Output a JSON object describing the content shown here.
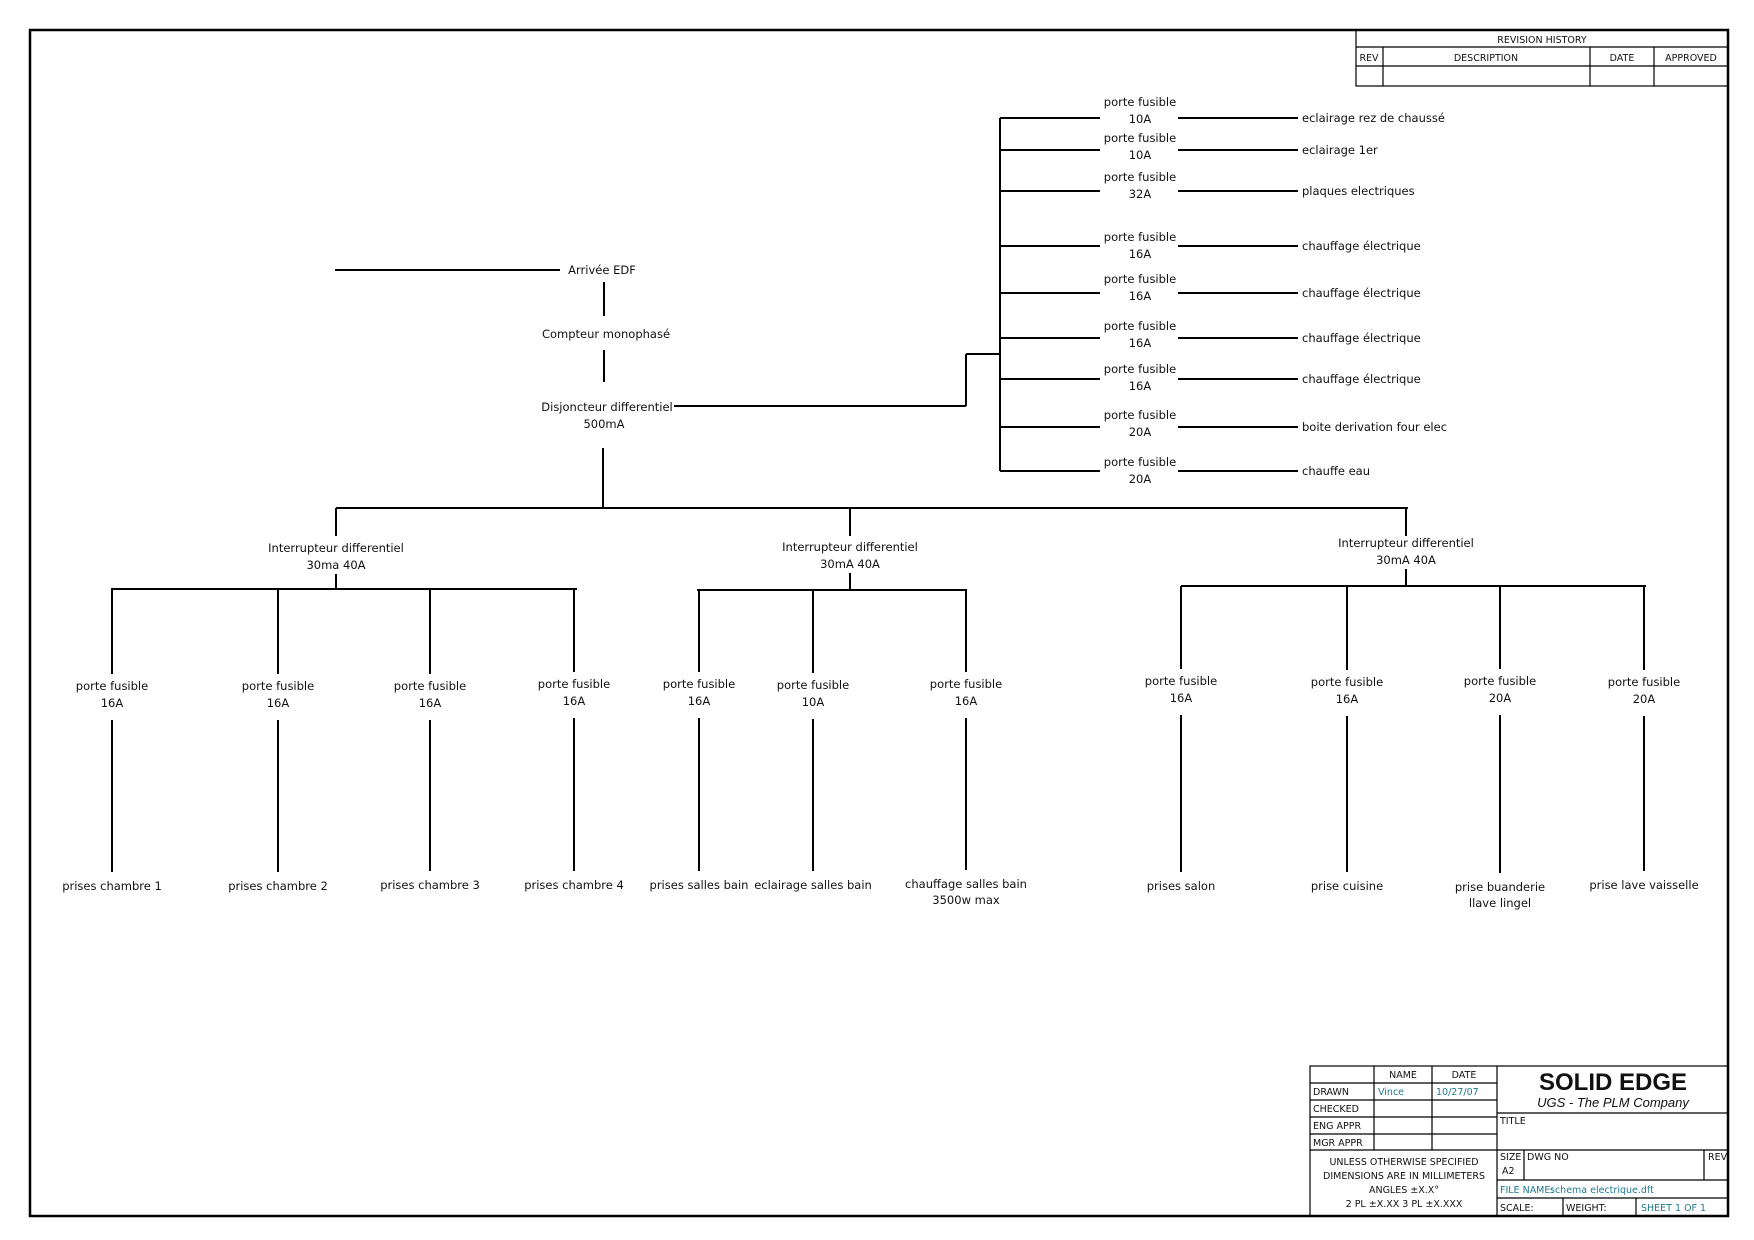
{
  "revision_block": {
    "title": "REVISION HISTORY",
    "col_rev": "REV",
    "col_description": "DESCRIPTION",
    "col_date": "DATE",
    "col_approved": "APPROVED"
  },
  "nodes": {
    "arrivee": "Arrivée EDF",
    "compteur": "Compteur monophasé",
    "disjoncteur_l1": "Disjoncteur differentiel",
    "disjoncteur_l2": "500mA"
  },
  "upper_branches": [
    {
      "fuse": "porte fusible",
      "rating": "10A",
      "load": "eclairage rez de chaussé"
    },
    {
      "fuse": "porte fusible",
      "rating": "10A",
      "load": "eclairage 1er"
    },
    {
      "fuse": "porte fusible",
      "rating": "32A",
      "load": "plaques electriques"
    },
    {
      "fuse": "porte fusible",
      "rating": "16A",
      "load": "chauffage électrique"
    },
    {
      "fuse": "porte fusible",
      "rating": "16A",
      "load": "chauffage électrique"
    },
    {
      "fuse": "porte fusible",
      "rating": "16A",
      "load": "chauffage électrique"
    },
    {
      "fuse": "porte fusible",
      "rating": "16A",
      "load": "chauffage électrique"
    },
    {
      "fuse": "porte fusible",
      "rating": "20A",
      "load": "boite derivation four elec"
    },
    {
      "fuse": "porte fusible",
      "rating": "20A",
      "load": "chauffe eau"
    }
  ],
  "groups": [
    {
      "switch_l1": "Interrupteur differentiel",
      "switch_l2": "30ma 40A",
      "branches": [
        {
          "fuse": "porte fusible",
          "rating": "16A",
          "load_l1": "prises chambre 1",
          "load_l2": ""
        },
        {
          "fuse": "porte fusible",
          "rating": "16A",
          "load_l1": "prises chambre 2",
          "load_l2": ""
        },
        {
          "fuse": "porte fusible",
          "rating": "16A",
          "load_l1": "prises chambre 3",
          "load_l2": ""
        },
        {
          "fuse": "porte fusible",
          "rating": "16A",
          "load_l1": "prises chambre 4",
          "load_l2": ""
        }
      ]
    },
    {
      "switch_l1": "Interrupteur differentiel",
      "switch_l2": "30mA 40A",
      "branches": [
        {
          "fuse": "porte fusible",
          "rating": "16A",
          "load_l1": "prises salles bain",
          "load_l2": ""
        },
        {
          "fuse": "porte fusible",
          "rating": "10A",
          "load_l1": "eclairage salles bain",
          "load_l2": ""
        },
        {
          "fuse": "porte fusible",
          "rating": "16A",
          "load_l1": "chauffage salles bain",
          "load_l2": "3500w max"
        }
      ]
    },
    {
      "switch_l1": "Interrupteur differentiel",
      "switch_l2": "30mA 40A",
      "branches": [
        {
          "fuse": "porte fusible",
          "rating": "16A",
          "load_l1": "prises salon",
          "load_l2": ""
        },
        {
          "fuse": "porte fusible",
          "rating": "16A",
          "load_l1": "prise cuisine",
          "load_l2": ""
        },
        {
          "fuse": "porte fusible",
          "rating": "20A",
          "load_l1": "prise buanderie",
          "load_l2": "llave lingel"
        },
        {
          "fuse": "porte fusible",
          "rating": "20A",
          "load_l1": "prise lave vaisselle",
          "load_l2": ""
        }
      ]
    }
  ],
  "title_block": {
    "col_name": "NAME",
    "col_date": "DATE",
    "drawn_label": "DRAWN",
    "drawn_name": "Vince",
    "drawn_date": "10/27/07",
    "checked_label": "CHECKED",
    "eng_appr_label": "ENG APPR",
    "mgr_appr_label": "MGR APPR",
    "note_l1": "UNLESS OTHERWISE SPECIFIED",
    "note_l2": "DIMENSIONS ARE IN MILLIMETERS",
    "note_l3": "ANGLES ±X.X°",
    "note_l4": "2 PL ±X.XX 3 PL ±X.XXX",
    "brand": "SOLID EDGE",
    "brand_sub": "UGS - The PLM Company",
    "title_label": "TITLE",
    "size_label": "SIZE",
    "size_value": "A2",
    "dwg_no_label": "DWG NO",
    "rev_label": "REV",
    "file_name_label": "FILE NAME:",
    "file_name_value": "schema electrique.dft",
    "scale_label": "SCALE:",
    "weight_label": "WEIGHT:",
    "sheet_label": "SHEET 1 OF 1"
  }
}
